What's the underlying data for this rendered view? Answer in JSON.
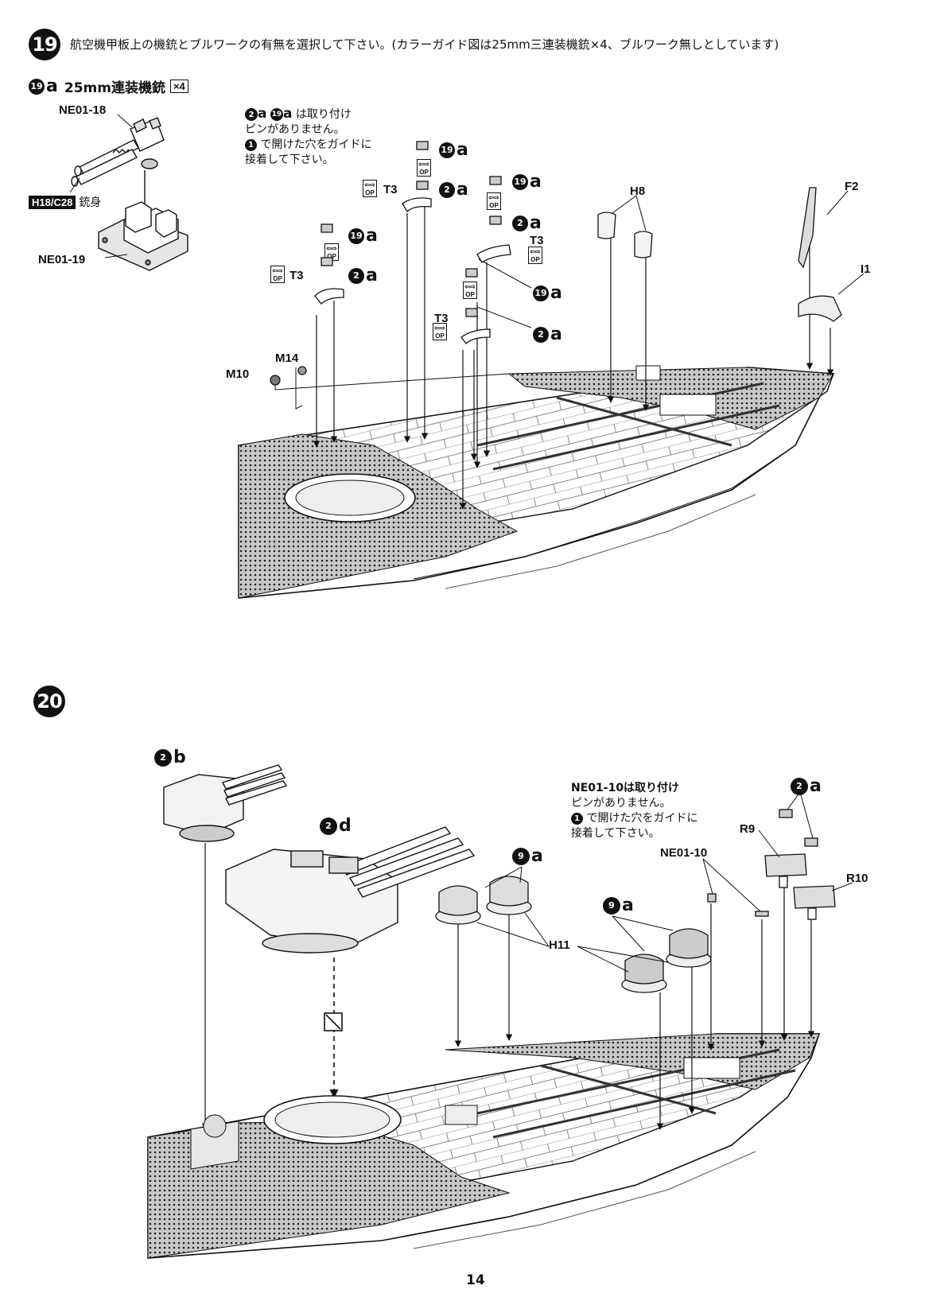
{
  "step19": {
    "number": "19",
    "instruction": "航空機甲板上の機銃とブルワークの有無を選択して下さい。(カラーガイド図は25mm三連装機銃×4、ブルワーク無しとしています)",
    "subassembly": {
      "badge": "19",
      "suffix": "a",
      "title": "25mm連装機銃",
      "qty": "×4",
      "part_gun": "NE01-18",
      "part_barrel": "H18/C28",
      "barrel_label": "銃身",
      "part_mount": "NE01-19"
    },
    "note": {
      "badge_a": "2",
      "badge_b": "19",
      "suffix": "a",
      "line1_tail": "は取り付け",
      "line2": "ピンがありません。",
      "badge_c": "1",
      "line3_tail": "で開けた穴をガイドに",
      "line4": "接着して下さい。"
    },
    "parts": {
      "t3": "T3",
      "h8": "H8",
      "f2": "F2",
      "i1": "I1",
      "m14": "M14",
      "m10": "M10",
      "op": "OP"
    },
    "refs": [
      {
        "badge": "19",
        "suffix": "a"
      },
      {
        "badge": "2",
        "suffix": "a"
      },
      {
        "badge": "19",
        "suffix": "a"
      },
      {
        "badge": "2",
        "suffix": "a"
      },
      {
        "badge": "19",
        "suffix": "a"
      },
      {
        "badge": "2",
        "suffix": "a"
      },
      {
        "badge": "19",
        "suffix": "a"
      },
      {
        "badge": "2",
        "suffix": "a"
      }
    ]
  },
  "step20": {
    "number": "20",
    "refs": {
      "b2": {
        "badge": "2",
        "suffix": "b"
      },
      "d2": {
        "badge": "2",
        "suffix": "d"
      },
      "a9_1": {
        "badge": "9",
        "suffix": "a"
      },
      "a9_2": {
        "badge": "9",
        "suffix": "a"
      },
      "a2": {
        "badge": "2",
        "suffix": "a"
      }
    },
    "note": {
      "line1": "NE01-10は取り付け",
      "line2": "ピンがありません。",
      "badge_c": "1",
      "line3_tail": "で開けた穴をガイドに",
      "line4": "接着して下さい。"
    },
    "parts": {
      "h11": "H11",
      "r9": "R9",
      "r10": "R10",
      "ne0110": "NE01-10"
    }
  },
  "page_number": "14"
}
